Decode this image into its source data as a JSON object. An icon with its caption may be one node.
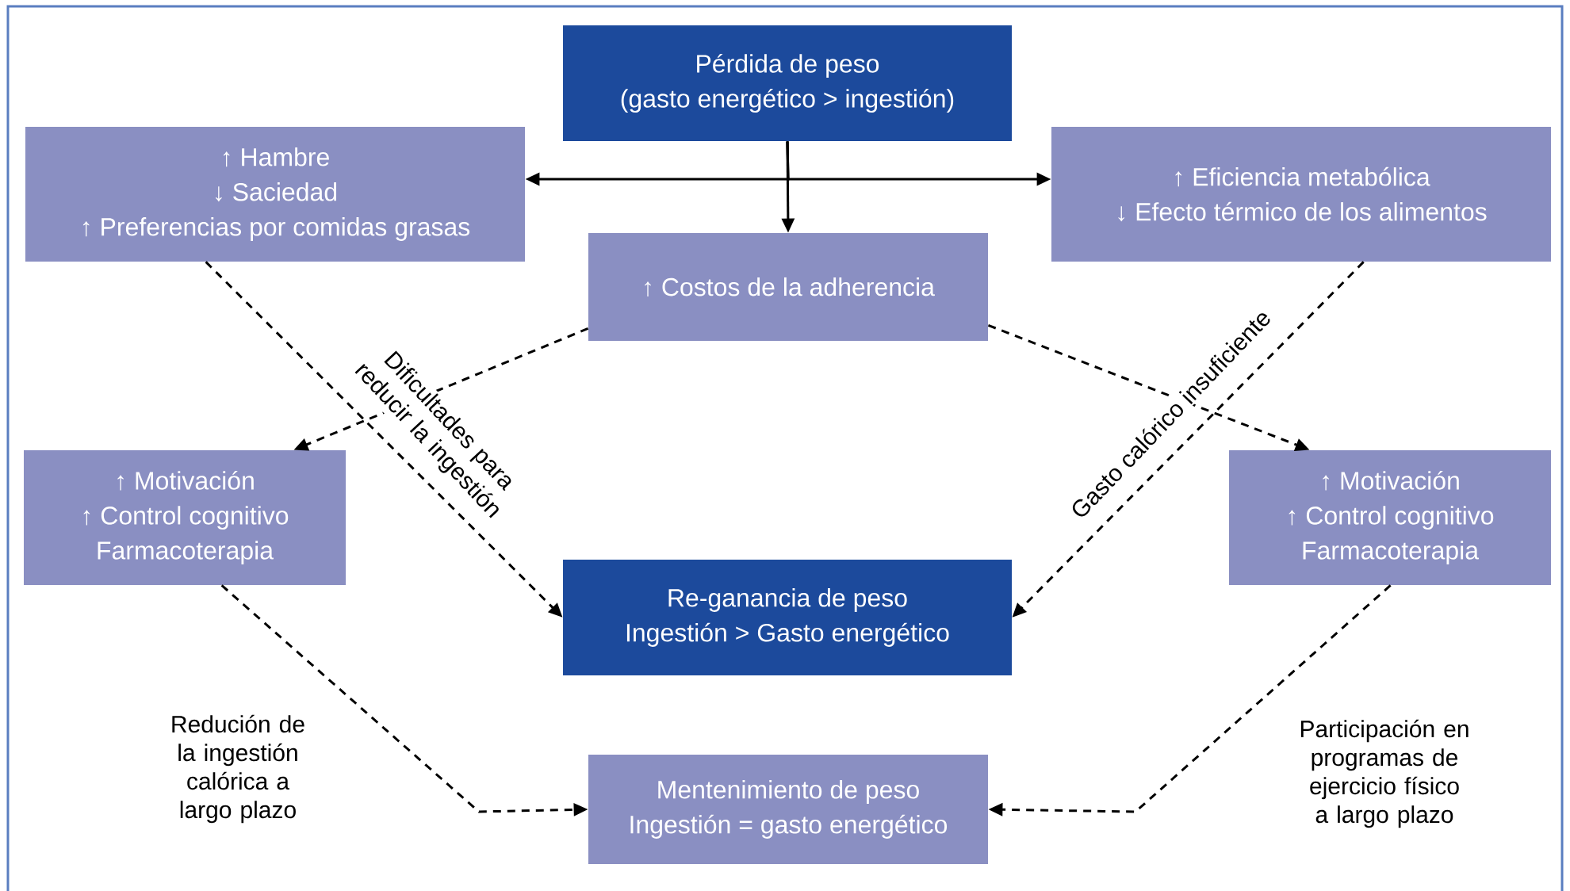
{
  "diagram": {
    "nodes": [
      {
        "text": [
          "Pérdida de peso",
          "(gasto energético > ingestión)"
        ]
      },
      {
        "text": [
          "↑ Hambre",
          "↓ Saciedad",
          "↑ Preferencias por comidas grasas"
        ]
      },
      {
        "text": [
          "↑ Eficiencia metabólica",
          "↓ Efecto térmico de los alimentos"
        ]
      },
      {
        "text": [
          "↑ Costos de la adherencia"
        ]
      },
      {
        "text": [
          "↑ Motivación",
          "↑ Control cognitivo",
          "Farmacoterapia"
        ]
      },
      {
        "text": [
          "Re-ganancia de peso",
          "Ingestión > Gasto energético"
        ]
      },
      {
        "text": [
          "↑ Motivación",
          "↑ Control cognitivo",
          "Farmacoterapia"
        ]
      },
      {
        "text": [
          "Mentenimiento de peso",
          "Ingestión = gasto energético"
        ]
      }
    ],
    "edges": [
      {
        "from": 0,
        "to": 1,
        "arrow": "to"
      },
      {
        "from": 0,
        "to": 2,
        "arrow": "to"
      },
      {
        "from": 0,
        "to": 3,
        "arrow": "to"
      },
      {
        "from": 3,
        "to": 4,
        "arrow": "to",
        "style": "dashed"
      },
      {
        "from": 3,
        "to": 6,
        "arrow": "to",
        "style": "dashed"
      },
      {
        "from": 1,
        "to": 5,
        "arrow": "to",
        "style": "dashed",
        "label": "Dificultades para reducir la ingestión"
      },
      {
        "from": 2,
        "to": 5,
        "arrow": "to",
        "style": "dashed",
        "label": "Gasto calórico insuficiente"
      },
      {
        "from": 4,
        "to": 7,
        "arrow": "to",
        "style": "dashed",
        "label": "Redución de la ingestión calórica a largo plazo"
      },
      {
        "from": 6,
        "to": 7,
        "arrow": "to",
        "style": "dashed",
        "label": "Participación en programas de ejercicio físico a largo plazo"
      }
    ]
  }
}
